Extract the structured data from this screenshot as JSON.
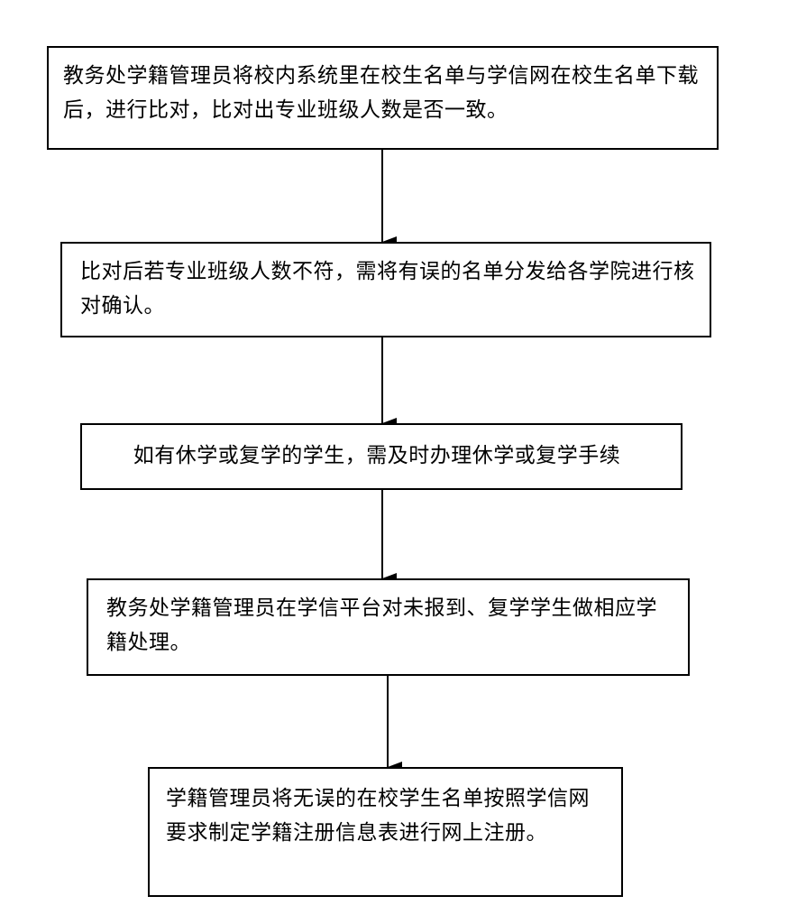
{
  "flowchart": {
    "steps": [
      {
        "text": "教务处学籍管理员将校内系统里在校生名单与学信网在校生名单下载后，进行比对，比对出专业班级人数是否一致。"
      },
      {
        "text": "比对后若专业班级人数不符，需将有误的名单分发给各学院进行核对确认。"
      },
      {
        "text": "如有休学或复学的学生，需及时办理休学或复学手续"
      },
      {
        "text": "教务处学籍管理员在学信平台对未报到、复学学生做相应学籍处理。"
      },
      {
        "text": "学籍管理员将无误的在校学生名单按照学信网要求制定学籍注册信息表进行网上注册。"
      }
    ],
    "colors": {
      "stroke": "#000000",
      "background": "#ffffff"
    }
  }
}
